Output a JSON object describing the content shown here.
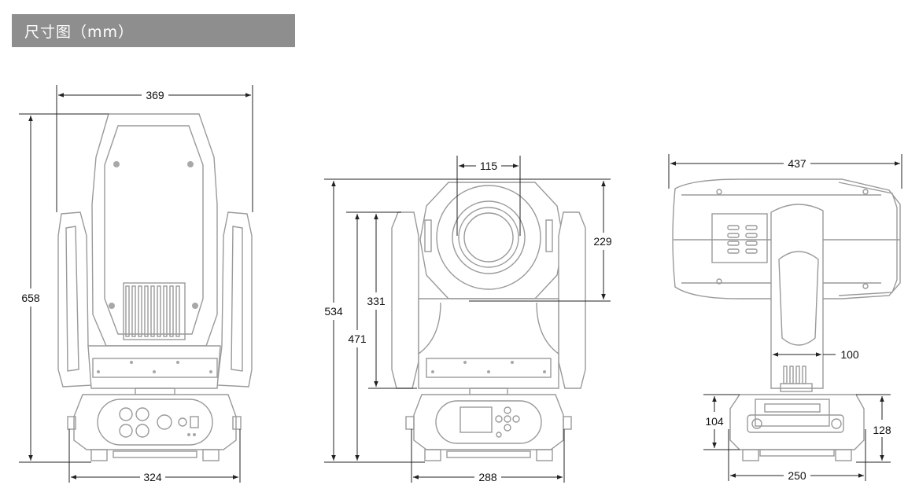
{
  "header": {
    "title": "尺寸图（mm）"
  },
  "front_view": {
    "width_top": "369",
    "height": "658",
    "width_base": "324"
  },
  "side_view": {
    "lens_diameter": "115",
    "head_height": "229",
    "height_total": "534",
    "height_mid": "471",
    "height_arm": "331",
    "width_base": "288"
  },
  "top_view": {
    "length": "437",
    "arm_width": "100",
    "base_height": "104",
    "base_height_right": "128",
    "base_width": "250"
  },
  "colors": {
    "header_bg": "#8e8e8e",
    "outline": "#9a9a9a",
    "dimension_line": "#222222"
  }
}
